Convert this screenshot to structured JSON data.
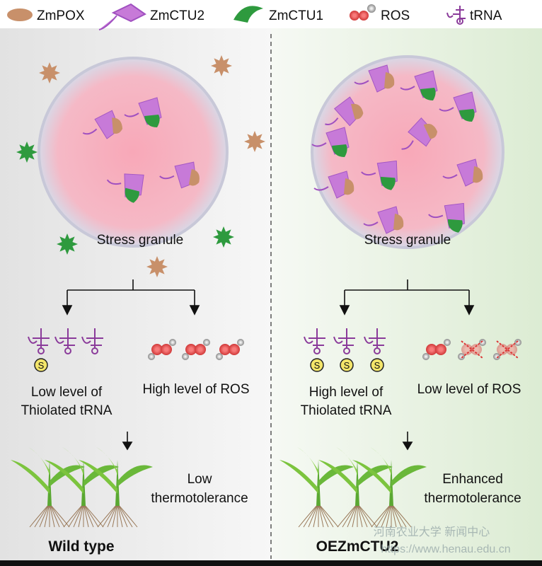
{
  "legend": [
    {
      "label": "ZmPOX",
      "icon": "zmpox-icon",
      "color": "#c8906a"
    },
    {
      "label": "ZmCTU2",
      "icon": "zmctu2-icon",
      "color": "#c77ad8"
    },
    {
      "label": "ZmCTU1",
      "icon": "zmctu1-icon",
      "color": "#2e9a3e"
    },
    {
      "label": "ROS",
      "icon": "ros-icon",
      "color": "#e85a5a"
    },
    {
      "label": "tRNA",
      "icon": "trna-icon",
      "color": "#8a3a9a"
    }
  ],
  "left": {
    "granule_label": "Stress granule",
    "trna_text": [
      "Low level of",
      "Thiolated tRNA"
    ],
    "ros_text": "High level of ROS",
    "outcome": [
      "Low",
      "thermotolerance"
    ],
    "genotype": "Wild type"
  },
  "right": {
    "granule_label": "Stress granule",
    "trna_text": [
      "High level of",
      "Thiolated tRNA"
    ],
    "ros_text": "Low level of ROS",
    "outcome": [
      "Enhanced",
      "thermotolerance"
    ],
    "genotype": "OEZmCTU2"
  },
  "sulfur_symbol": "S",
  "watermark": {
    "name": "河南农业大学 新闻中心",
    "url": "https://www.henau.edu.cn"
  },
  "colors": {
    "left_bg": "#e4e4e4",
    "right_bg": "#e2efdc",
    "granule": "#f5a0b0"
  }
}
